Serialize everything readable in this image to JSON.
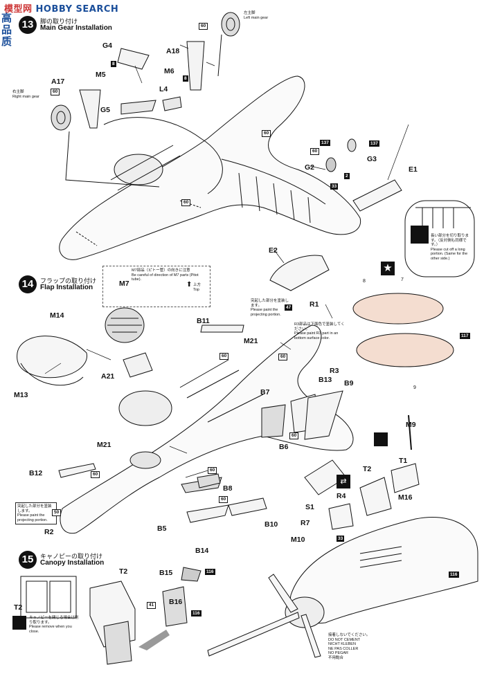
{
  "watermark": {
    "part1": "模型网",
    "part2": "HOBBY SEARCH",
    "side": "高品质"
  },
  "step13": {
    "num": "13",
    "jp": "脚の取り付け",
    "en": "Main Gear Installation"
  },
  "step14": {
    "num": "14",
    "jp": "フラップの取り付け",
    "en": "Flap Installation"
  },
  "step15": {
    "num": "15",
    "jp": "キャノピーの取り付け",
    "en": "Canopy Installation"
  },
  "left_gear_note": {
    "jp": "左主脚",
    "en": "Left main gear"
  },
  "right_gear_note": {
    "jp": "右主脚",
    "en": "Right main gear"
  },
  "cut_note": {
    "jp": "長い部分を切り取ります。（反対側も同様です。）",
    "en": "Please cut off a long portion. (Same for the other side.)"
  },
  "m7_note": {
    "jp": "M7部品（ピトー管）の向きに注意",
    "en": "Be careful of direction of M7 parts (Pitot tube).",
    "up_jp": "上方",
    "up_en": "Top"
  },
  "paint_note_a": {
    "jp": "突起した部分を塗装します。",
    "en": "Please paint the projecting portion."
  },
  "paint_note_b": {
    "jp": "突起した部分を塗装します。",
    "en": "Please paint the projecting portion."
  },
  "r3_note": {
    "jp": "R3部品は下面色で塗装してください。",
    "en": "Please paint R3 part in an bottom surface color."
  },
  "canopy_note": {
    "jp": "キャノピーを閉じる場合は削り取ります。",
    "en": "Please remove when you close."
  },
  "nocement": {
    "jp": "接着しないでください。",
    "lines": [
      "DO NOT CEMENT",
      "NICHT KLEBEN",
      "NE PAS COLLER",
      "NO PEGAR",
      "不用黏合"
    ]
  },
  "decal_numbers": [
    "8",
    "7",
    "9"
  ],
  "labels": {
    "step13": [
      "G4",
      "M5",
      "M6",
      "G5",
      "L4",
      "A17",
      "A18",
      "G2",
      "G3",
      "E1",
      "E2"
    ],
    "step14": [
      "M7",
      "M14",
      "M13",
      "A21",
      "M21",
      "R1",
      "R3",
      "B11",
      "B13",
      "B9",
      "B7",
      "B6",
      "M21",
      "B12",
      "B8",
      "B5",
      "B10",
      "B14",
      "R2",
      "M9",
      "T1",
      "T2",
      "S1",
      "R4",
      "R7",
      "M16",
      "M10"
    ],
    "step15": [
      "T2",
      "B15",
      "B16",
      "T2"
    ]
  },
  "paint_codes": [
    "60",
    "8",
    "8",
    "60",
    "60",
    "60",
    "60",
    "137",
    "137",
    "60",
    "2",
    "33",
    "60",
    "60",
    "47",
    "117",
    "60",
    "60",
    "60",
    "60",
    "50",
    "33",
    "116",
    "116",
    "41",
    "116"
  ],
  "icons": [
    "star-icon",
    "cut-icon",
    "reverse-arrows-icon",
    "pliers-icon",
    "grey-arrow-icon"
  ]
}
